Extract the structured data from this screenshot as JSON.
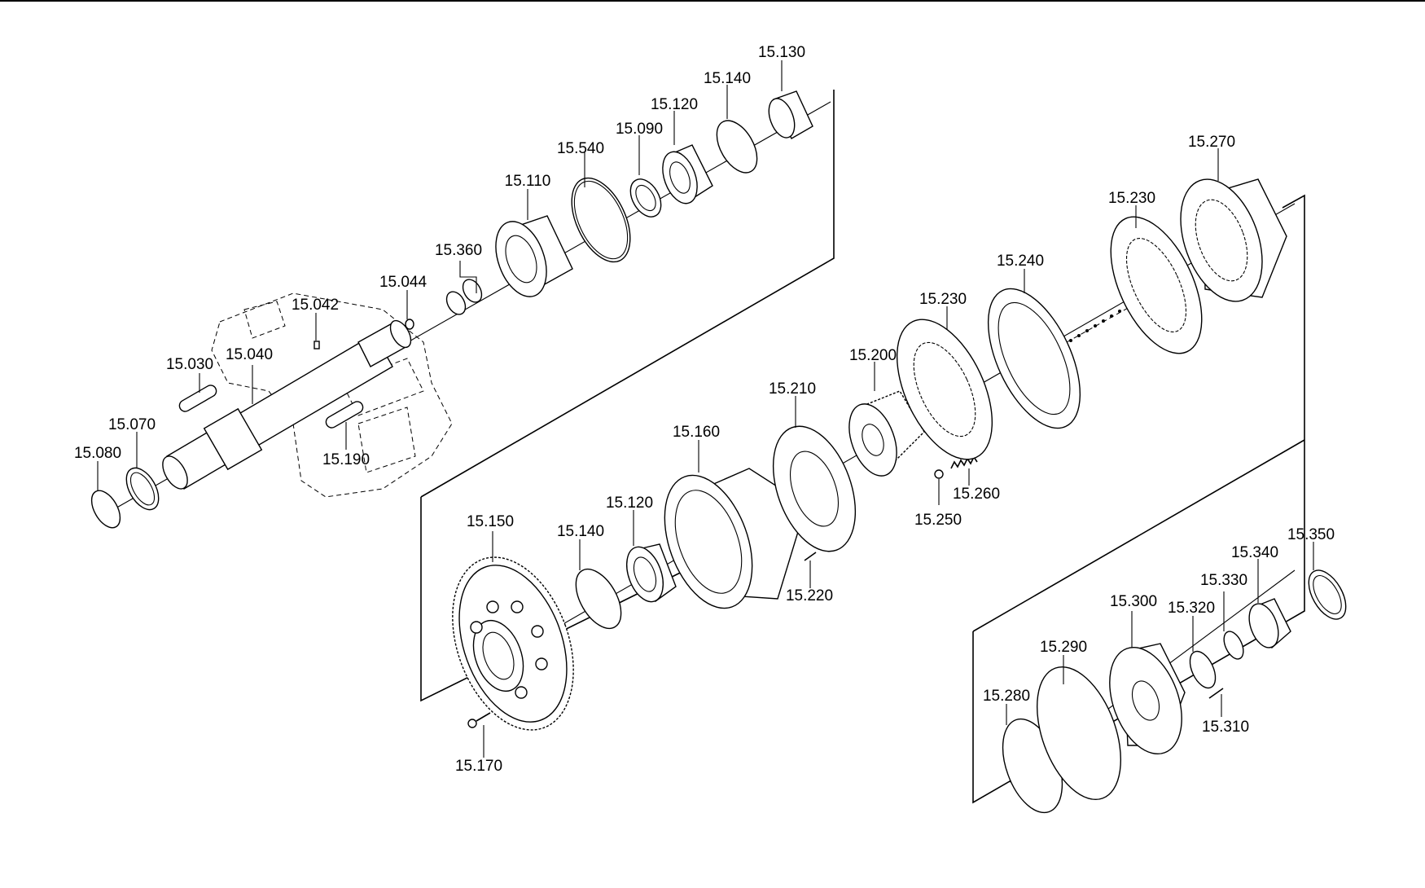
{
  "diagram": {
    "type": "exploded-parts-view",
    "parts": [
      {
        "id": "15.130"
      },
      {
        "id": "15.140"
      },
      {
        "id": "15.120"
      },
      {
        "id": "15.090"
      },
      {
        "id": "15.540"
      },
      {
        "id": "15.110"
      },
      {
        "id": "15.360"
      },
      {
        "id": "15.044"
      },
      {
        "id": "15.042"
      },
      {
        "id": "15.040"
      },
      {
        "id": "15.030"
      },
      {
        "id": "15.070"
      },
      {
        "id": "15.080"
      },
      {
        "id": "15.190"
      },
      {
        "id": "15.270"
      },
      {
        "id": "15.230"
      },
      {
        "id": "15.240"
      },
      {
        "id": "15.230"
      },
      {
        "id": "15.200"
      },
      {
        "id": "15.210"
      },
      {
        "id": "15.160"
      },
      {
        "id": "15.120"
      },
      {
        "id": "15.140"
      },
      {
        "id": "15.150"
      },
      {
        "id": "15.170"
      },
      {
        "id": "15.220"
      },
      {
        "id": "15.250"
      },
      {
        "id": "15.260"
      },
      {
        "id": "15.350"
      },
      {
        "id": "15.340"
      },
      {
        "id": "15.330"
      },
      {
        "id": "15.320"
      },
      {
        "id": "15.300"
      },
      {
        "id": "15.290"
      },
      {
        "id": "15.280"
      },
      {
        "id": "15.310"
      }
    ]
  }
}
